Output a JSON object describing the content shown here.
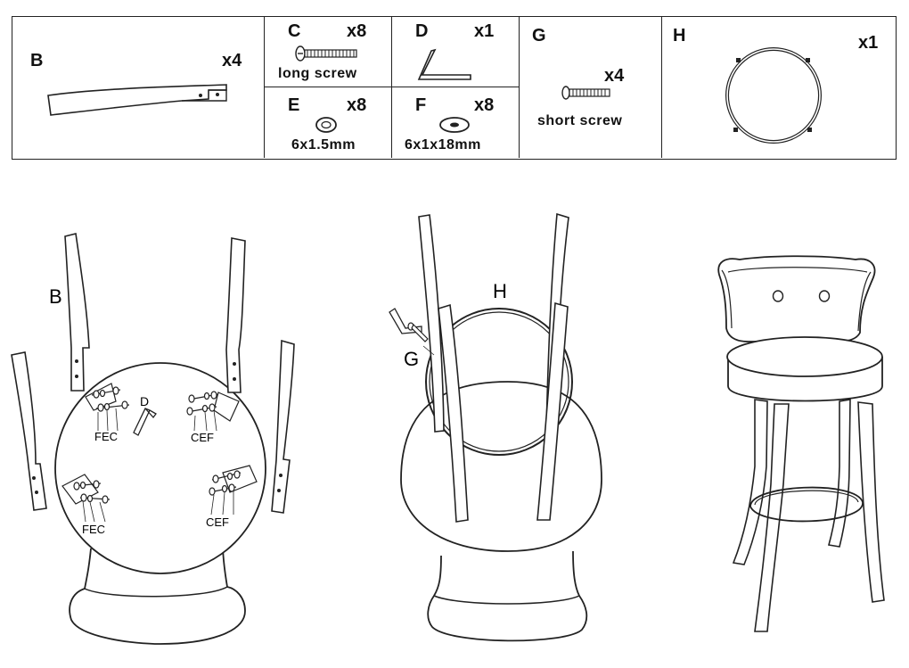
{
  "parts": {
    "B": {
      "letter": "B",
      "qty": "x4"
    },
    "C": {
      "letter": "C",
      "qty": "x8",
      "desc": "long screw"
    },
    "D": {
      "letter": "D",
      "qty": "x1"
    },
    "E": {
      "letter": "E",
      "qty": "x8",
      "desc": "6x1.5mm"
    },
    "F": {
      "letter": "F",
      "qty": "x8",
      "desc": "6x1x18mm"
    },
    "G": {
      "letter": "G",
      "qty": "x4",
      "desc": "short screw"
    },
    "H": {
      "letter": "H",
      "qty": "x1"
    }
  },
  "step1": {
    "leg_label": "B",
    "key_label": "D",
    "group_top_left": "FEC",
    "group_top_right": "CEF",
    "group_bottom_left": "FEC",
    "group_bottom_right": "CEF"
  },
  "step2": {
    "ring_label": "H",
    "screw_label": "G"
  }
}
